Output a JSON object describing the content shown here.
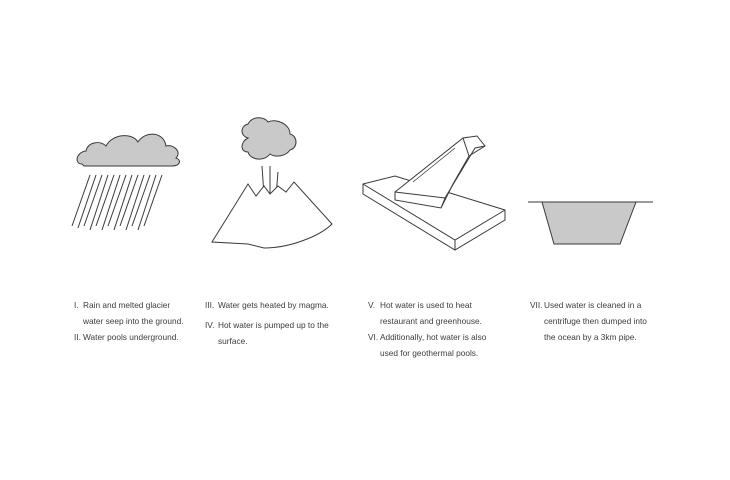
{
  "colors": {
    "stroke": "#3a3a3a",
    "fill_gray": "#c9c9c9",
    "text": "#3c3c3c",
    "background": "#ffffff"
  },
  "icons": [
    "rain-cloud-icon",
    "volcano-icon",
    "greenhouse-icon",
    "centrifuge-basin-icon"
  ],
  "steps": {
    "s1": {
      "num": "I.",
      "lines": [
        "Rain and melted glacier",
        "water seep into the ground."
      ]
    },
    "s2": {
      "num": "II.",
      "lines": [
        "Water pools underground."
      ]
    },
    "s3": {
      "num": "III.",
      "lines": [
        "Water gets heated by magma."
      ]
    },
    "s4": {
      "num": "IV.",
      "lines": [
        "Hot water is pumped up to the",
        "surface."
      ]
    },
    "s5": {
      "num": "V.",
      "lines": [
        "Hot water is used to heat",
        "restaurant and greenhouse."
      ]
    },
    "s6": {
      "num": "VI.",
      "lines": [
        "Additionally, hot water is also",
        "used for geothermal pools."
      ]
    },
    "s7": {
      "num": "VII.",
      "lines": [
        "Used water is cleaned in a",
        "centrifuge then dumped into",
        "the ocean by a 3km pipe."
      ]
    }
  }
}
